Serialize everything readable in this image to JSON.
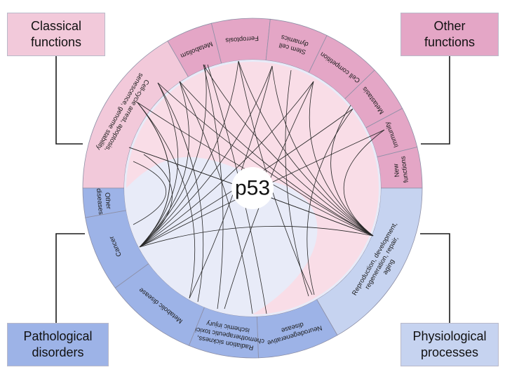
{
  "center_label": "p53",
  "categories": {
    "classical": {
      "lines": [
        "Classical",
        "functions"
      ],
      "color": "#f2c9da"
    },
    "other": {
      "lines": [
        "Other",
        "functions"
      ],
      "color": "#e4a6c6"
    },
    "pathological": {
      "lines": [
        "Pathological",
        "disorders"
      ],
      "color": "#9db3e7"
    },
    "physiological": {
      "lines": [
        "Physiological",
        "processes"
      ],
      "color": "#c6d3f0"
    }
  },
  "segments": [
    {
      "id": "cellcycle",
      "lines": [
        "Cell-cycle arrest, apoptosis,",
        "senescence, genome stability"
      ],
      "color": "#f2c9da"
    },
    {
      "id": "metabolism",
      "lines": [
        "Metabolism"
      ],
      "color": "#e4a6c6"
    },
    {
      "id": "ferroptosis",
      "lines": [
        "Ferroptosis"
      ],
      "color": "#e4a6c6"
    },
    {
      "id": "stemcell",
      "lines": [
        "Stem cell",
        "dynamics"
      ],
      "color": "#e4a6c6"
    },
    {
      "id": "cellcomp",
      "lines": [
        "Cell competition"
      ],
      "color": "#e4a6c6"
    },
    {
      "id": "metastasis",
      "lines": [
        "Metastasis"
      ],
      "color": "#e4a6c6"
    },
    {
      "id": "immunity",
      "lines": [
        "Immunity"
      ],
      "color": "#e4a6c6"
    },
    {
      "id": "newfunc",
      "lines": [
        "New",
        "functions"
      ],
      "color": "#e4a6c6"
    },
    {
      "id": "repro",
      "lines": [
        "Reproduction, development,",
        "regeneration, repair,",
        "aging"
      ],
      "color": "#c6d3f0"
    },
    {
      "id": "neuro",
      "lines": [
        "Neurodegenerative",
        "disease"
      ],
      "color": "#9db3e7"
    },
    {
      "id": "radiation",
      "lines": [
        "Radiation sickness,",
        "chemotherapeutic toxicity,",
        "ischemic injury"
      ],
      "color": "#9db3e7"
    },
    {
      "id": "metabolic",
      "lines": [
        "Metabolic disease"
      ],
      "color": "#9db3e7"
    },
    {
      "id": "cancer",
      "lines": [
        "Cancer"
      ],
      "color": "#9db3e7"
    },
    {
      "id": "otherdis",
      "lines": [
        "Other",
        "diseases"
      ],
      "color": "#9db3e7"
    }
  ],
  "colors": {
    "inner_pink": "#f9dde7",
    "inner_blue": "#e8ebf8",
    "segment_border": "#8d8fa6",
    "connector": "#1b1b1b"
  }
}
